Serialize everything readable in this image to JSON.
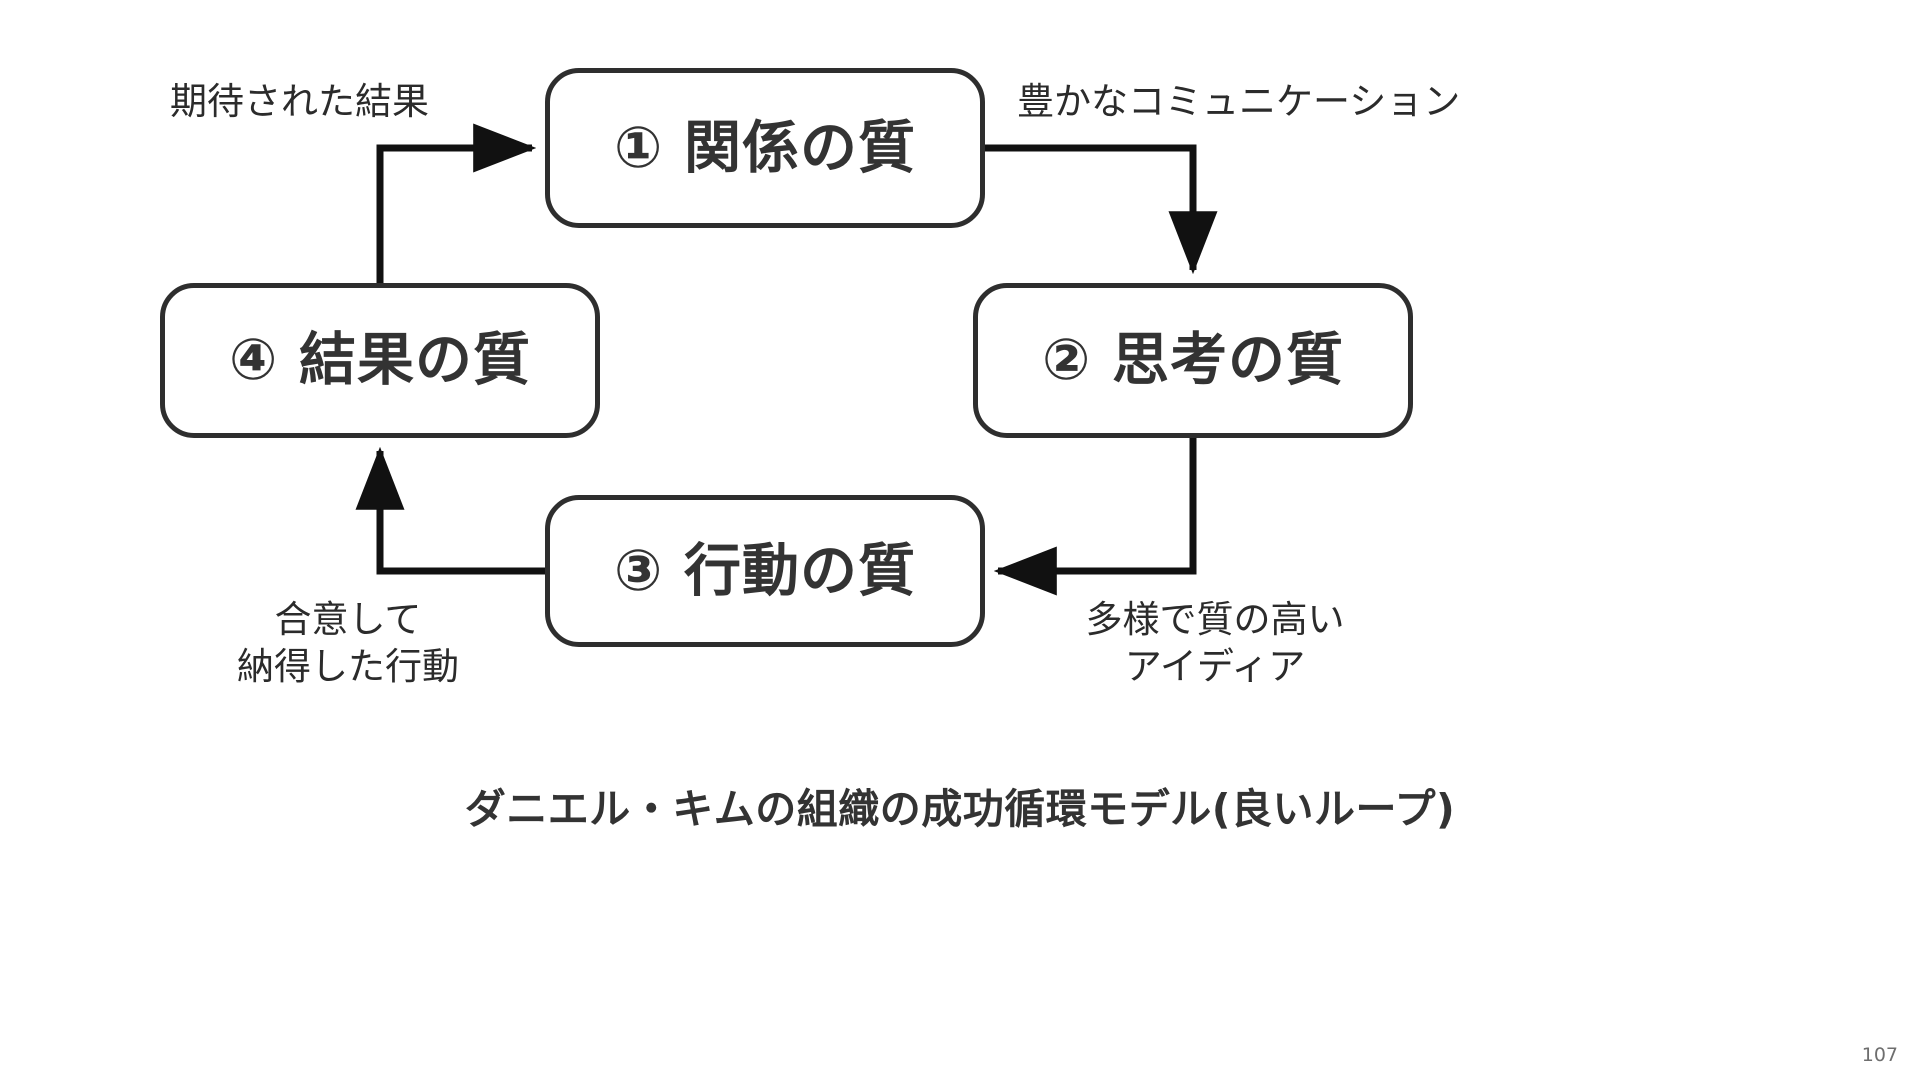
{
  "slide": {
    "caption": "ダニエル・キムの組織の成功循環モデル(良いループ)",
    "page_number": "107",
    "background_color": "#ffffff",
    "stroke_color": "#2e2e2e",
    "text_color": "#333333"
  },
  "diagram": {
    "type": "cycle",
    "direction": "clockwise",
    "nodes": [
      {
        "marker": "①",
        "label": "関係の質",
        "full": "① 関係の質",
        "position": "top"
      },
      {
        "marker": "②",
        "label": "思考の質",
        "full": "② 思考の質",
        "position": "right"
      },
      {
        "marker": "③",
        "label": "行動の質",
        "full": "③ 行動の質",
        "position": "bottom"
      },
      {
        "marker": "④",
        "label": "結果の質",
        "full": "④ 結果の質",
        "position": "left"
      }
    ],
    "edges": [
      {
        "from": "① 関係の質",
        "to": "② 思考の質",
        "label_lines": [
          "豊かなコミュニケーション"
        ],
        "position": "top-right"
      },
      {
        "from": "② 思考の質",
        "to": "③ 行動の質",
        "label_lines": [
          "多様で質の高い",
          "アイディア"
        ],
        "position": "bottom-right"
      },
      {
        "from": "③ 行動の質",
        "to": "④ 結果の質",
        "label_lines": [
          "合意して",
          "納得した行動"
        ],
        "position": "bottom-left"
      },
      {
        "from": "④ 結果の質",
        "to": "① 関係の質",
        "label_lines": [
          "期待された結果"
        ],
        "position": "top-left"
      }
    ]
  }
}
